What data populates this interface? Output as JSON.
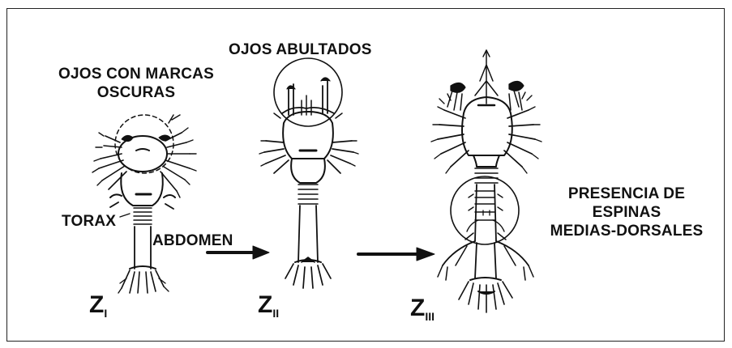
{
  "labels": {
    "ojos_marcas": "OJOS CON MARCAS OSCURAS",
    "ojos_marcas_line1": "OJOS CON MARCAS",
    "ojos_marcas_line2": "OSCURAS",
    "ojos_abultados": "OJOS ABULTADOS",
    "torax": "TORAX",
    "abdomen": "ABDOMEN",
    "espinas_line1": "PRESENCIA DE",
    "espinas_line2": "ESPINAS",
    "espinas_line3": "MEDIAS-DORSALES"
  },
  "stages": [
    {
      "letter": "Z",
      "sub": "I"
    },
    {
      "letter": "Z",
      "sub": "II"
    },
    {
      "letter": "Z",
      "sub": "III"
    }
  ],
  "colors": {
    "ink": "#111111",
    "background": "#ffffff"
  }
}
